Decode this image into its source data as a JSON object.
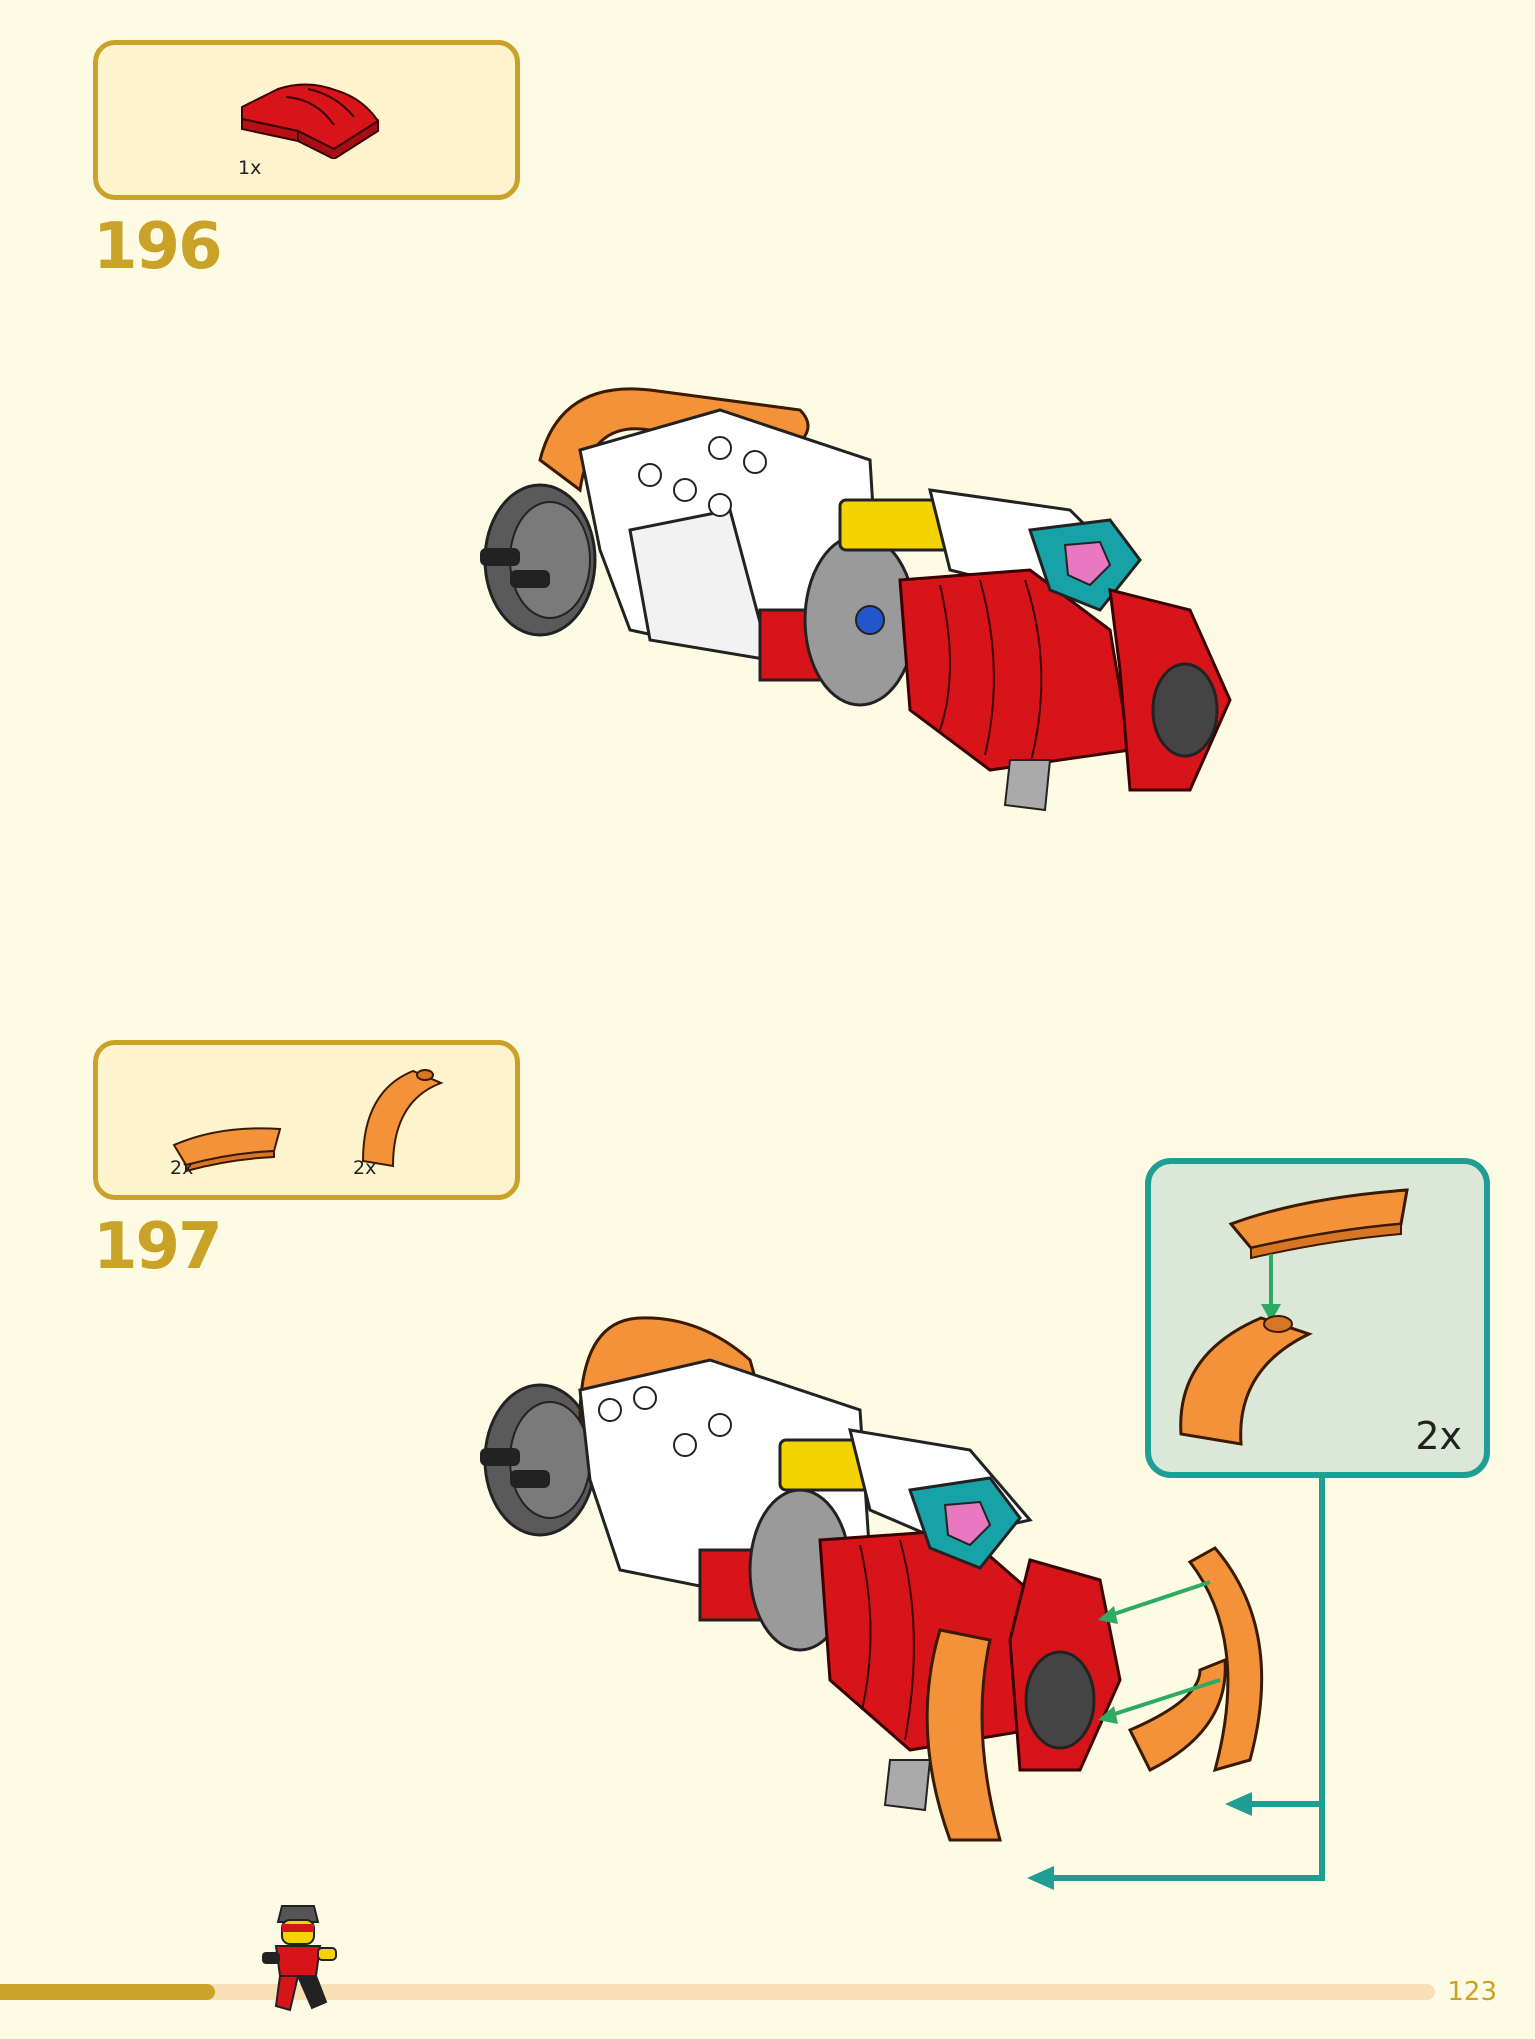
{
  "steps": [
    {
      "number": "196",
      "parts": [
        {
          "icon": "red-curved-slope-brick-icon",
          "quantity": "1x"
        }
      ]
    },
    {
      "number": "197",
      "parts": [
        {
          "icon": "orange-curved-slope-brick-icon",
          "quantity": "2x"
        },
        {
          "icon": "orange-arch-brick-icon",
          "quantity": "2x"
        }
      ],
      "callout": {
        "quantity": "2x"
      }
    }
  ],
  "footer": {
    "page_number": "123",
    "progress": 0.15
  },
  "colors": {
    "background": "#fefbe4",
    "accent": "#c9a227",
    "parts_box": "#fdf3cc",
    "callout_border": "#1f9e94",
    "callout_fill": "#dbe7d7",
    "arrow_green": "#2eaa63",
    "brick_red": "#d7141a",
    "brick_orange": "#f4923a"
  }
}
